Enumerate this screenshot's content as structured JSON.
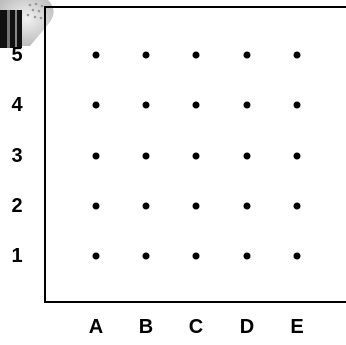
{
  "grid": {
    "columns": [
      "A",
      "B",
      "C",
      "D",
      "E"
    ],
    "rows": [
      "5",
      "4",
      "3",
      "2",
      "1"
    ]
  },
  "decoration": {
    "icon": "striped-pen-icon"
  }
}
